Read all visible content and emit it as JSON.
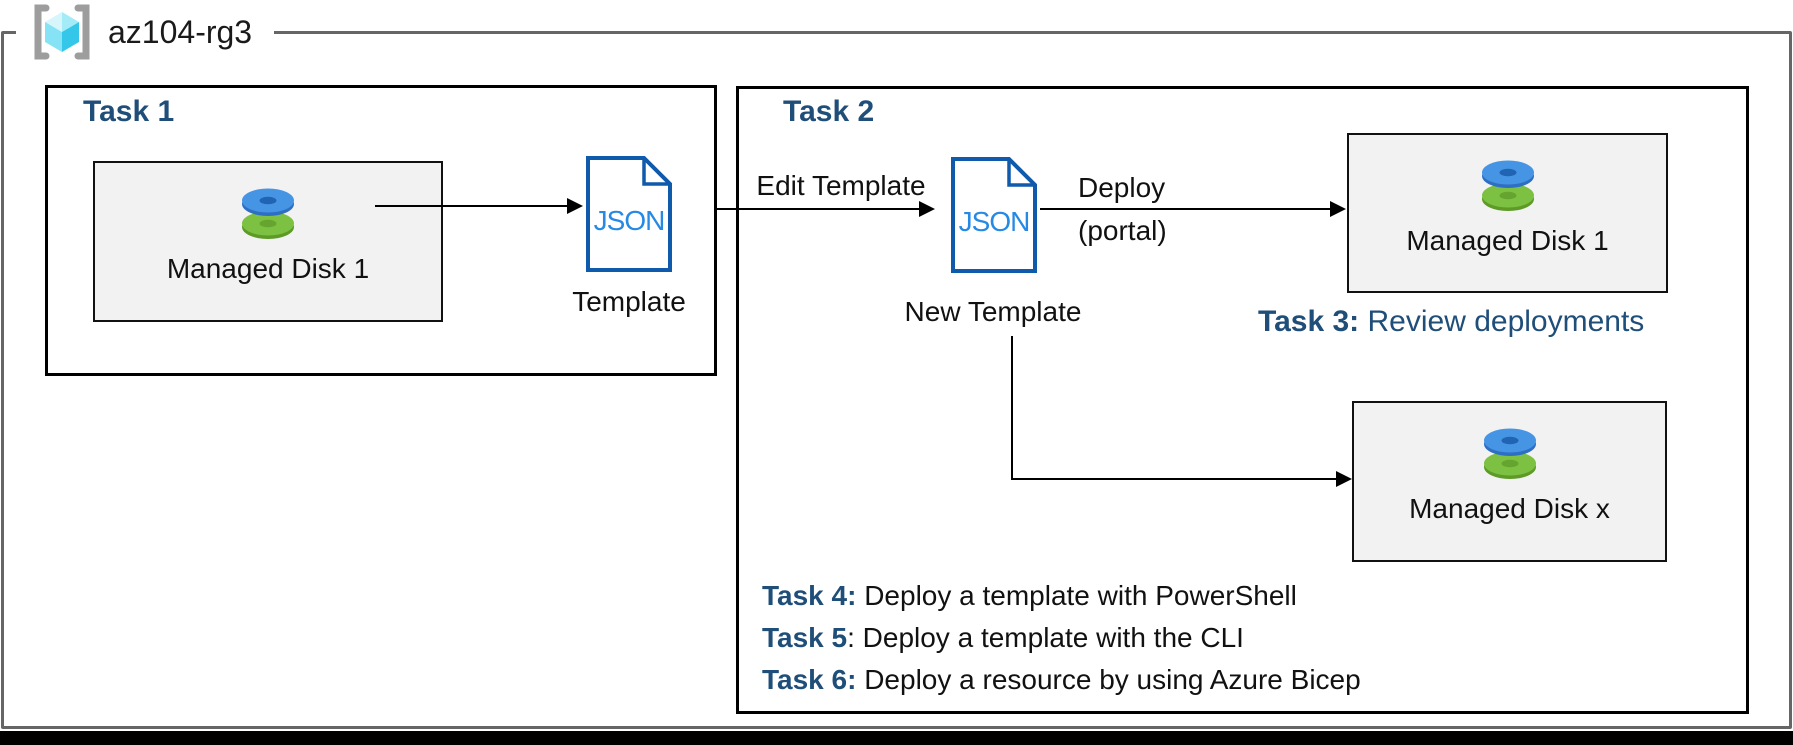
{
  "resource_group": {
    "name": "az104-rg3"
  },
  "task1": {
    "title": "Task 1",
    "disk_label": "Managed Disk 1",
    "doc_text": "JSON",
    "template_label": "Template"
  },
  "flow": {
    "edit_template_label": "Edit Template",
    "deploy_label": "Deploy",
    "deploy_sublabel": "(portal)"
  },
  "task2": {
    "title": "Task 2",
    "doc_text": "JSON",
    "new_template_label": "New Template",
    "disk1_label": "Managed Disk 1",
    "diskx_label": "Managed Disk x"
  },
  "task3": {
    "label": "Task 3:",
    "text": " Review deployments"
  },
  "task_list": [
    {
      "label": "Task 4:",
      "text": " Deploy a template with PowerShell"
    },
    {
      "label": "Task 5",
      "text": ": Deploy a template with the CLI"
    },
    {
      "label": "Task 6:",
      "text": " Deploy a resource by using Azure Bicep"
    }
  ],
  "colors": {
    "heading_navy": "#1f4e79",
    "json_border": "#0f5aab",
    "json_text": "#2689e4",
    "disk_blue": "#4695e5",
    "disk_green": "#7cc142",
    "outer_border": "#666666",
    "box_fill": "#f2f2f2",
    "bottom_bar": "#000000"
  }
}
